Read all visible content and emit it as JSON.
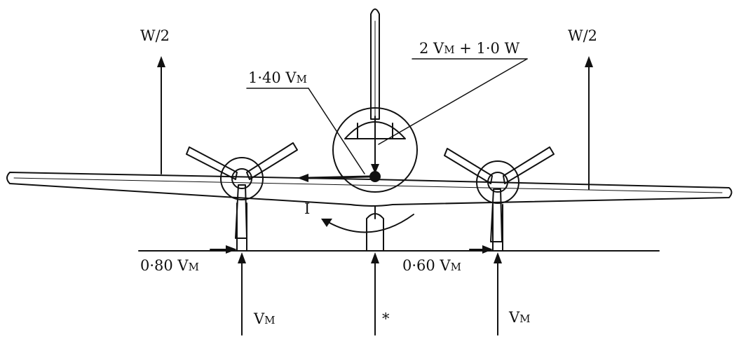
{
  "labels": {
    "lift_left": "W/2",
    "lift_right": "W/2",
    "fin_load": "2 VM + 1.0 W",
    "fin_load_main": "2 V",
    "fin_load_sub": "M",
    "fin_load_tail": " + 1·0 W",
    "side_force_main": "1·40 V",
    "side_force_sub": "M",
    "moment": "I",
    "left_lateral_main": "0·80 V",
    "left_lateral_sub": "M",
    "right_lateral_main": "0·60 V",
    "right_lateral_sub": "M",
    "left_vertical_main": "V",
    "left_vertical_sub": "M",
    "right_vertical_main": "V",
    "right_vertical_sub": "M",
    "nose_reaction": "*"
  },
  "colors": {
    "ink": "#111111",
    "background": "#ffffff"
  }
}
